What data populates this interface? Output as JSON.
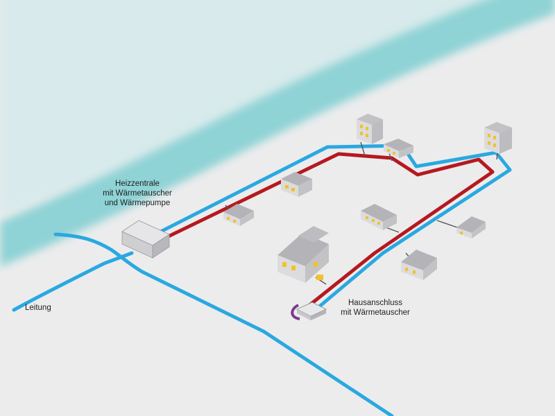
{
  "labels": {
    "heizzentrale": [
      "Heizzentrale",
      "mit Wärmetauscher",
      "und Wärmepumpe"
    ],
    "leitung": "Leitung",
    "hausanschluss": [
      "Hausanschluss",
      "mit Wärmetauscher"
    ]
  },
  "colors": {
    "background": "#ececed",
    "river": "#8fd3d6",
    "cold_pipe": "#2aa8e0",
    "hot_pipe": "#b5191f",
    "building_wall": "#d7d7d9",
    "building_roof": "#b9b9bc",
    "window": "#f3c12b"
  }
}
